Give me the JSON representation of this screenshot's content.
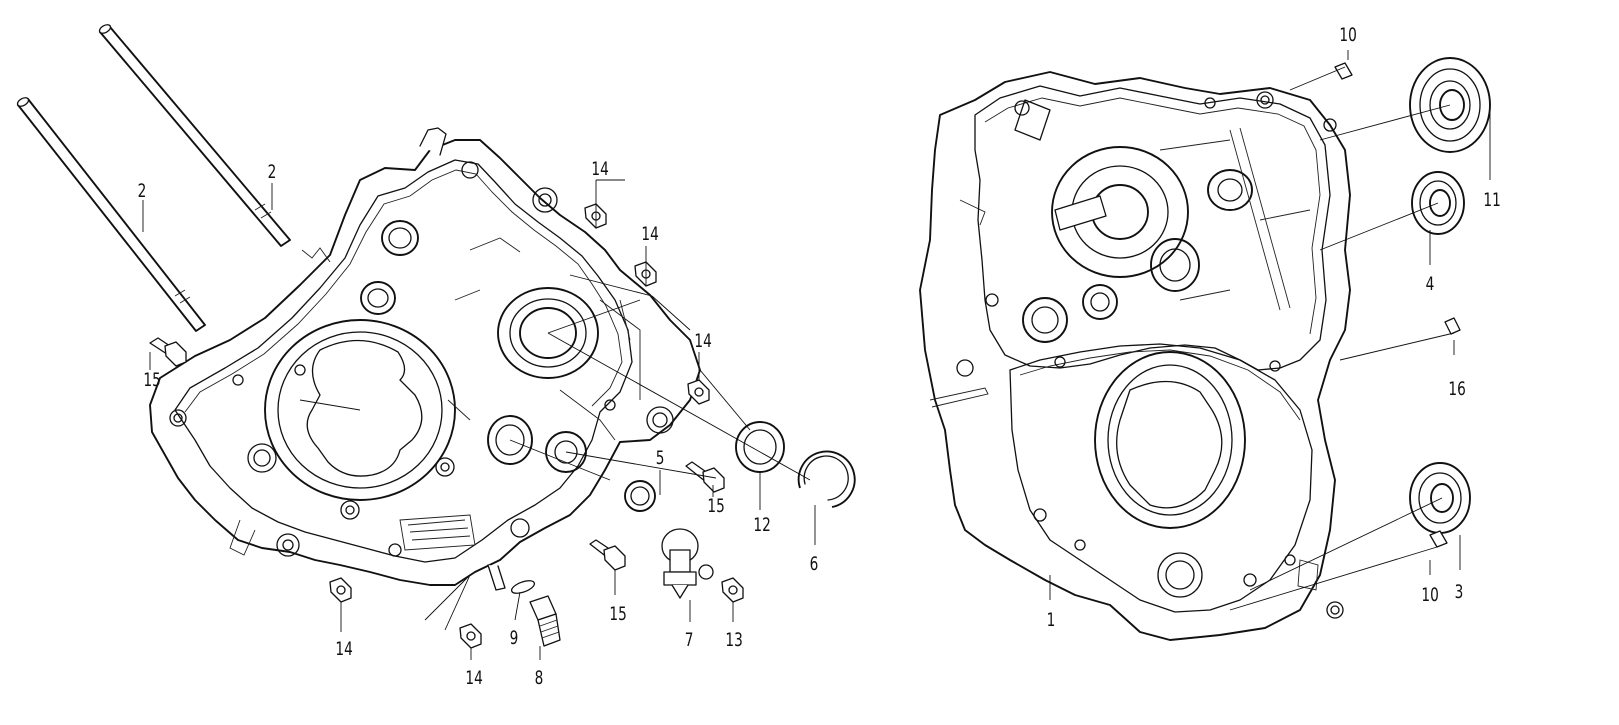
{
  "callouts": {
    "c1": "1",
    "c2a": "2",
    "c2b": "2",
    "c3": "3",
    "c4": "4",
    "c5": "5",
    "c6": "6",
    "c7": "7",
    "c8": "8",
    "c9": "9",
    "c10a": "10",
    "c10b": "10",
    "c11": "11",
    "c12": "12",
    "c13": "13",
    "c14a": "14",
    "c14b": "14",
    "c14c": "14",
    "c14d": "14",
    "c14e": "14",
    "c15a": "15",
    "c15b": "15",
    "c15c": "15",
    "c16": "16"
  },
  "colors": {
    "line": "#111111",
    "background": "#ffffff"
  },
  "parts": [
    "crankcase-left-half",
    "crankcase-right-half",
    "stud",
    "bearing",
    "oil-seal",
    "circlip",
    "sensor",
    "drain-bolt",
    "washer",
    "dowel-pin",
    "flange-bolt",
    "nut"
  ]
}
